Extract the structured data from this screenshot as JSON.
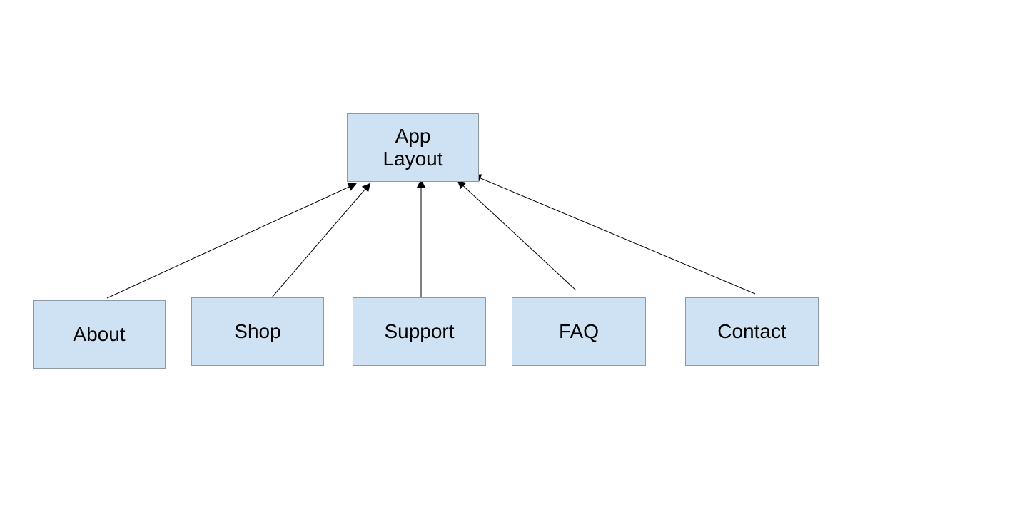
{
  "diagram": {
    "root": {
      "line1": "App",
      "line2": "Layout"
    },
    "children": [
      {
        "id": "about",
        "label": "About"
      },
      {
        "id": "shop",
        "label": "Shop"
      },
      {
        "id": "support",
        "label": "Support"
      },
      {
        "id": "faq",
        "label": "FAQ"
      },
      {
        "id": "contact",
        "label": "Contact"
      }
    ],
    "edges": [
      {
        "from": "about",
        "to": "root"
      },
      {
        "from": "shop",
        "to": "root"
      },
      {
        "from": "support",
        "to": "root"
      },
      {
        "from": "faq",
        "to": "root"
      },
      {
        "from": "contact",
        "to": "root"
      }
    ],
    "colors": {
      "node_fill": "#cfe2f3",
      "node_border": "#8d9aa6",
      "edge": "#000000"
    }
  }
}
